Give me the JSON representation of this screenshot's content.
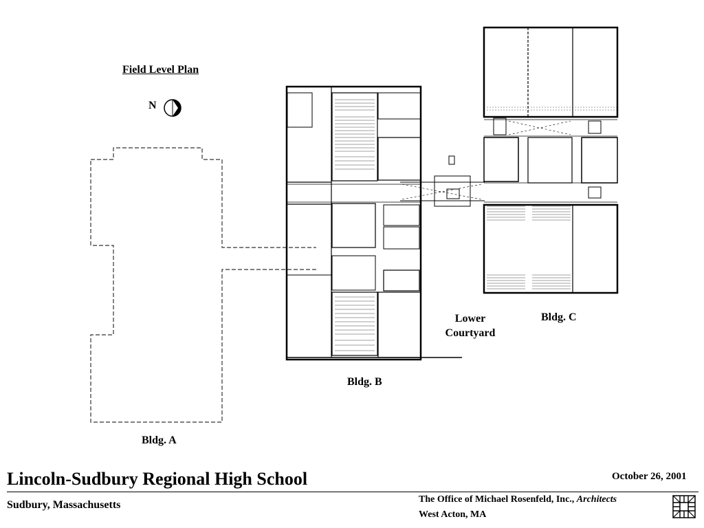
{
  "plan": {
    "title": "Field Level Plan",
    "north_label": "N",
    "buildings": {
      "a": "Bldg. A",
      "b": "Bldg. B",
      "c": "Bldg. C"
    },
    "courtyard": "Lower Courtyard"
  },
  "footer": {
    "school_name": "Lincoln-Sudbury Regional High School",
    "date": "October 26, 2001",
    "location": "Sudbury, Massachusetts",
    "architect_name": "The Office of Michael Rosenfeld, Inc.,",
    "architect_role": "Architects",
    "architect_city": "West Acton, MA"
  },
  "icons": {
    "compass": "north-arrow-icon",
    "firm_logo": "firm-logo-icon"
  }
}
